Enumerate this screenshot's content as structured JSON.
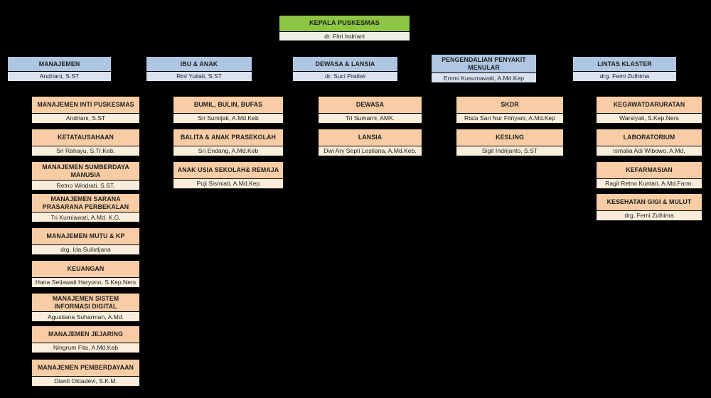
{
  "colors": {
    "background": "#000000",
    "root_header_bg": "#8DC642",
    "root_name_bg": "#EDEFE2",
    "cluster_header_bg": "#AEC6E2",
    "cluster_name_bg": "#D9E2F1",
    "unit_header_bg": "#F8CCA4",
    "unit_name_bg": "#FBEDDB",
    "text": "#1F1F1F"
  },
  "root": {
    "title": "KEPALA PUSKESMAS",
    "name": "dr. Fitri Indriani"
  },
  "columns": [
    {
      "title": "MANAJEMEN",
      "name": "Andriani, S.ST",
      "boxes": [
        {
          "title": "MANAJEMEN INTI PUSKESMAS",
          "name": "Andriani, S.ST"
        },
        {
          "title": "KETATAUSAHAAN",
          "name": "Sri Rahayu, S.Tr.Keb."
        },
        {
          "title": "MANAJEMEN SUMBERDAYA MANUSIA",
          "name": "Retno Windrati, S.ST."
        },
        {
          "title": "MANAJEMEN SARANA PRASARANA PERBEKALAN",
          "name": "Tri Kurniawati, A.Md. K.G."
        },
        {
          "title": "MANAJEMEN MUTU & KP",
          "name": "drg. Ida Sulistijana"
        },
        {
          "title": "KEUANGAN",
          "name": "Hana Setiawati Haryono, S.Kep.Ners"
        },
        {
          "title": "MANAJEMEN SISTEM INFORMASI DIGITAL",
          "name": "Agustiana Suharman, A.Md."
        },
        {
          "title": "MANAJEMEN JEJARING",
          "name": "Ningrum Fita, A.Md.Keb"
        },
        {
          "title": "MANAJEMEN PEMBERDAYAAN",
          "name": "Dianti Oktadevi, S.K.M."
        }
      ]
    },
    {
      "title": "IBU & ANAK",
      "name": "Rini Yuliati, S.ST",
      "boxes": [
        {
          "title": "BUMIL, BULIN, BUFAS",
          "name": "Sri Sumijati, A.Md.Keb"
        },
        {
          "title": "BALITA & ANAK PRASEKOLAH",
          "name": "Sri Endang, A.Md.Keb"
        },
        {
          "title": "ANAK USIA SEKOLAH& REMAJA",
          "name": "Puji Sismiati, A.Md.Kep"
        }
      ]
    },
    {
      "title": "DEWASA & LANSIA",
      "name": "dr. Suci Pratiwi",
      "boxes": [
        {
          "title": "DEWASA",
          "name": "Tri Sumarni, AMK."
        },
        {
          "title": "LANSIA",
          "name": "Dwi Ary Septi Lestiana, A.Md.Keb."
        }
      ]
    },
    {
      "title": "PENGENDALIAN PENYAKIT MENULAR",
      "name": "Emmi Kusumawati, A.Md.Kep",
      "boxes": [
        {
          "title": "SKDR",
          "name": "Rista Sari Nur Fitriyani, A.Md.Kep"
        },
        {
          "title": "KESLING",
          "name": "Sigit Indrijanto, S.ST"
        }
      ]
    },
    {
      "title": "LINTAS KLASTER",
      "name": "drg. Femi Zulhima",
      "boxes": [
        {
          "title": "KEGAWATDARURATAN",
          "name": "Warsiyati, S.Kep.Ners"
        },
        {
          "title": "LABORATORIUM",
          "name": "Ismalia Adi Wibowo, A.Md."
        },
        {
          "title": "KEFARMASIAN",
          "name": "Ragil Retno Kuntari, A.Md.Farm."
        },
        {
          "title": "KESEHATAN GIGI & MULUT",
          "name": "drg. Femi Zulhima"
        }
      ]
    }
  ]
}
